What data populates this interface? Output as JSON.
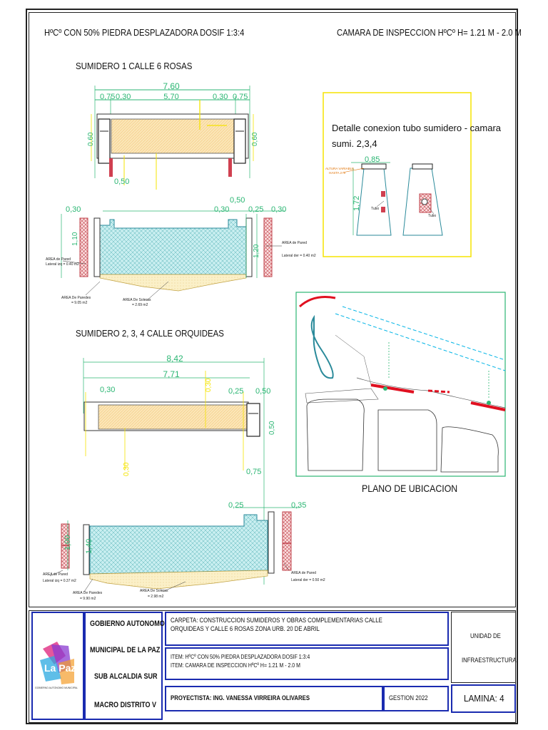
{
  "titles": {
    "left_header": "HºCº CON 50% PIEDRA DESPLAZADORA DOSIF 1:3:4",
    "right_header": "CAMARA DE INSPECCION HºCº H= 1.21 M - 2.0 M",
    "sumidero1": "SUMIDERO 1 CALLE 6 ROSAS",
    "sumidero234": "SUMIDERO 2, 3, 4 CALLE ORQUIDEAS",
    "plano": "PLANO DE UBICACION"
  },
  "detalle": {
    "title_line1": "Detalle conexion tubo sumidero - camara",
    "title_line2": "sumi. 2,3,4",
    "dim_top": "0,85",
    "dim_side": "1,72",
    "altura_label_1": "ALTURA VARIABLE",
    "altura_label_2": "HASTA 2 m",
    "tubo_left": "Tubo",
    "tubo_right": "Tubo"
  },
  "sum1": {
    "dim_total": "7,60",
    "dim_075_l": "0,75",
    "dim_030_l": "0,30",
    "dim_570": "5,70",
    "dim_030_r": "0,30",
    "dim_075_r": "0,75",
    "dim_050": "0,50",
    "dim_vert_l": "0,60",
    "dim_vert_r": "0,60",
    "dim_030_top": "0,30",
    "dim_030_side": "0,30",
    "dim_050_mid": "0,50",
    "dim_025": "0,25",
    "dim_030_far": "0,30",
    "dim_110": "1,10",
    "dim_120": "1,20",
    "area_pared_izq_1": "AREA de Pared",
    "area_pared_izq_2": "Lateral izq = 0.40 m2",
    "area_pared_der_1": "AREA de Pared",
    "area_pared_der_2": "Lateral der = 0.40 m2",
    "area_paredes_1": "AREA De Paredes",
    "area_paredes_2": "= 9.05 m2",
    "area_soleras_1": "AREA De Soleras",
    "area_soleras_2": "= 2.69 m2"
  },
  "sum234": {
    "dim_total": "8,42",
    "dim_771": "7,71",
    "dim_030_l": "0,30",
    "dim_030_top": "0,30",
    "dim_025": "0,25",
    "dim_050": "0,50",
    "dim_030_b": "0,30",
    "dim_075": "0,75",
    "dim_050_v": "0,50",
    "dim_025_b": "0,25",
    "dim_035": "0,35",
    "dim_100": "1,00",
    "dim_140": "1,40",
    "area_pared_izq_1": "AREA de Pared",
    "area_pared_izq_2": "Lateral izq = 0.37 m2",
    "area_pared_der_1": "AREA de Pared",
    "area_pared_der_2": "Lateral der = 0.50 m2",
    "area_paredes_1": "AREA De Paredes",
    "area_paredes_2": "= 9.90 m2",
    "area_soleras_1": "AREA De Soleras",
    "area_soleras_2": "= 2.98 m2"
  },
  "title_block": {
    "logo_text": "La Paz",
    "logo_sub": "GOBIERNO AUTONOMO MUNICIPAL",
    "org_line1": "GOBIERNO AUTONOMO",
    "org_line2": "MUNICIPAL  DE LA PAZ",
    "org_line3": "SUB ALCALDIA  SUR",
    "org_line4": "MACRO DISTRITO V",
    "carpeta_1": "CARPETA: CONSTRUCCION SUMIDEROS  Y OBRAS COMPLEMENTARIAS CALLE",
    "carpeta_2": "ORQUIDEAS Y CALLE 6 ROSAS ZONA URB. 20 DE ABRIL",
    "item_1": "ITEM: HºCº CON 50% PIEDRA DESPLAZADORA DOSIF 1:3:4",
    "item_2": "ITEM: CAMARA DE INSPECCION HºCº H= 1.21 M - 2.0 M",
    "proyectista": "PROYECTISTA: ING. VANESSA VIRREIRA OLIVARES",
    "gestion": "GESTION 2022",
    "unidad_1": "UNIDAD DE",
    "unidad_2": "INFRAESTRUCTURA",
    "lamina_label": "LAMINA:",
    "lamina_num": "4"
  }
}
